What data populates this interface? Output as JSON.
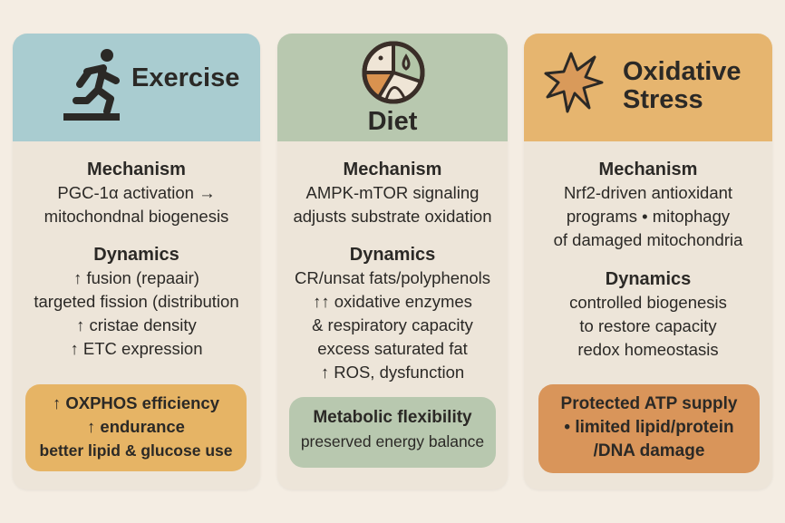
{
  "colors": {
    "background": "#f4ede3",
    "card": "#ede5d9",
    "exercise": "#a9ccd0",
    "diet": "#b8c8af",
    "oxidative": "#e6b56f",
    "exercise_box": "#e6b465",
    "diet_box": "#b8c8af",
    "oxidative_box": "#d9955a"
  },
  "columns": [
    {
      "title": "Exercise",
      "icon": "running-person-icon",
      "mechanism_heading": "Mechanism",
      "mechanism": [
        "PGC-1α activation →",
        "mitochondnal biogenesis"
      ],
      "dynamics_heading": "Dynamics",
      "dynamics": [
        "↑ fusion  (repaair)",
        "targeted fission (distribution",
        "↑ cristae density",
        "↑ ETC expression"
      ],
      "outcome": [
        "↑ OXPHOS efficiency",
        "↑ endurance",
        "better lipid & glucose use"
      ]
    },
    {
      "title": "Diet",
      "icon": "diet-plate-icon",
      "mechanism_heading": "Mechanism",
      "mechanism": [
        "AMPK-mTOR signaling",
        "adjusts substrate oxidation"
      ],
      "dynamics_heading": "Dynamics",
      "dynamics": [
        "CR/unsat fats/polyphenols",
        "↑↑ oxidative enzymes",
        "& respiratory capacity",
        "excess saturated fat",
        "↑ ROS, dysfunction"
      ],
      "outcome": [
        "Metabolic flexibility",
        "preserved energy balance"
      ]
    },
    {
      "title": "Oxidative",
      "title2": "Stress",
      "icon": "starburst-icon",
      "mechanism_heading": "Mechanism",
      "mechanism": [
        "Nrf2-driven antioxidant",
        "programs • mitophagy",
        "of damaged mitochondria"
      ],
      "dynamics_heading": "Dynamics",
      "dynamics": [
        "controlled biogenesis",
        "to restore capacity",
        "redox homeostasis"
      ],
      "outcome": [
        "Protected ATP supply",
        "• limited lipid/protein",
        "/DNA damage"
      ]
    }
  ]
}
